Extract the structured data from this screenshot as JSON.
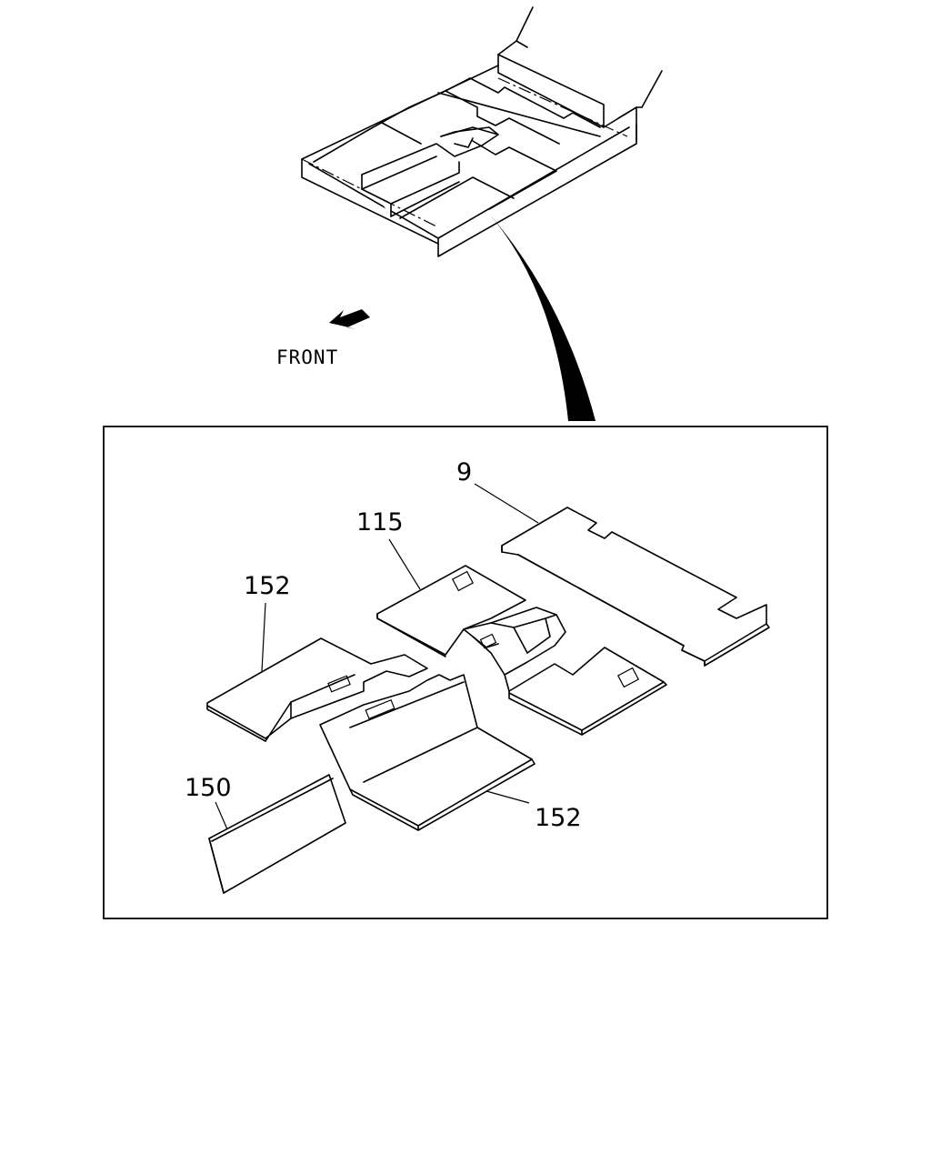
{
  "direction_label": "FRONT",
  "callouts": {
    "floor_mat_rear": "9",
    "floor_mat_center": "115",
    "floor_mat_left": "152",
    "floor_mat_right": "152",
    "insulator_pad": "150"
  },
  "icons": [
    "front-direction-arrow-icon"
  ]
}
